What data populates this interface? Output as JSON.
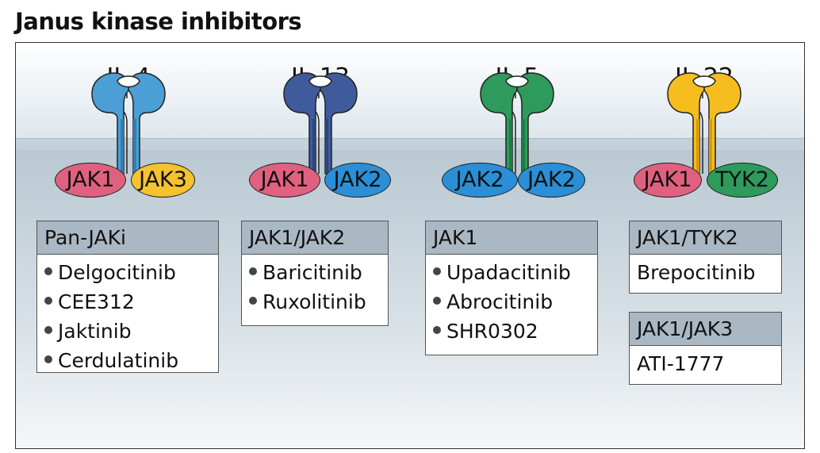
{
  "title": "Janus kinase inhibitors",
  "columns": [
    {
      "cytokine": "IL-4",
      "receptor_color": "#4b9fd5",
      "receptor_dark": "#2f7fb8",
      "jaks": [
        {
          "label": "JAK1",
          "color": "#e0617f"
        },
        {
          "label": "JAK3",
          "color": "#f5c230"
        }
      ],
      "group": "Pan-JAKi",
      "drugs": [
        "Delgocitinib",
        "CEE312",
        "Jaktinib",
        "Cerdulatinib"
      ],
      "bulleted": true
    },
    {
      "cytokine": "IL-13",
      "receptor_color": "#3f5b9c",
      "receptor_dark": "#2c4580",
      "jaks": [
        {
          "label": "JAK1",
          "color": "#e0617f"
        },
        {
          "label": "JAK2",
          "color": "#2a8fd6"
        }
      ],
      "group": "JAK1/JAK2",
      "drugs": [
        "Baricitinib",
        "Ruxolitinib"
      ],
      "bulleted": true
    },
    {
      "cytokine": "IL-5",
      "receptor_color": "#2e9a5c",
      "receptor_dark": "#1f7c45",
      "jaks": [
        {
          "label": "JAK2",
          "color": "#2a8fd6"
        },
        {
          "label": "JAK2",
          "color": "#2a8fd6"
        }
      ],
      "group": "JAK1",
      "drugs": [
        "Upadacitinib",
        "Abrocitinib",
        "SHR0302"
      ],
      "bulleted": true
    },
    {
      "cytokine": "IL-22",
      "receptor_color": "#f6bd1f",
      "receptor_dark": "#d99b0c",
      "jaks": [
        {
          "label": "JAK1",
          "color": "#e0617f"
        },
        {
          "label": "TYK2",
          "color": "#2e9a5c"
        }
      ],
      "group": "JAK1/TYK2",
      "drugs": [
        "Brepocitinib"
      ],
      "bulleted": false,
      "group2": "JAK1/JAK3",
      "drugs2": [
        "ATI-1777"
      ]
    }
  ]
}
